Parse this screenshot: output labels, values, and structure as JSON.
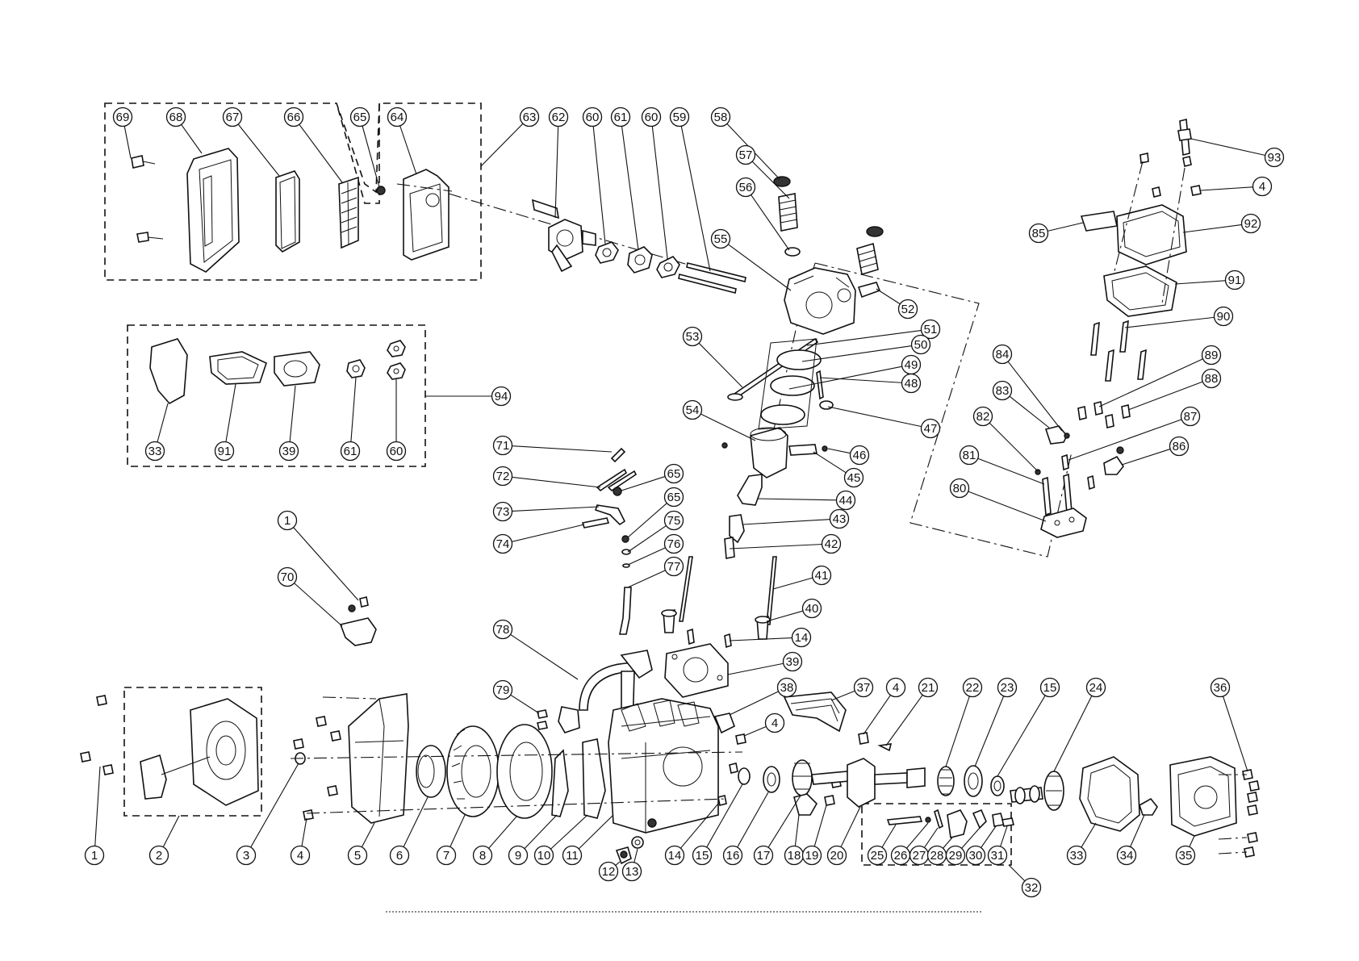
{
  "callouts": [
    {
      "id": "69",
      "label": "69"
    },
    {
      "id": "68",
      "label": "68"
    },
    {
      "id": "67",
      "label": "67"
    },
    {
      "id": "66",
      "label": "66"
    },
    {
      "id": "65a",
      "label": "65"
    },
    {
      "id": "64",
      "label": "64"
    },
    {
      "id": "63",
      "label": "63"
    },
    {
      "id": "62",
      "label": "62"
    },
    {
      "id": "60a",
      "label": "60"
    },
    {
      "id": "61a",
      "label": "61"
    },
    {
      "id": "60b",
      "label": "60"
    },
    {
      "id": "59",
      "label": "59"
    },
    {
      "id": "58",
      "label": "58"
    },
    {
      "id": "57",
      "label": "57"
    },
    {
      "id": "56",
      "label": "56"
    },
    {
      "id": "55",
      "label": "55"
    },
    {
      "id": "52",
      "label": "52"
    },
    {
      "id": "51",
      "label": "51"
    },
    {
      "id": "50",
      "label": "50"
    },
    {
      "id": "49",
      "label": "49"
    },
    {
      "id": "48",
      "label": "48"
    },
    {
      "id": "47",
      "label": "47"
    },
    {
      "id": "53",
      "label": "53"
    },
    {
      "id": "54",
      "label": "54"
    },
    {
      "id": "46",
      "label": "46"
    },
    {
      "id": "45",
      "label": "45"
    },
    {
      "id": "44",
      "label": "44"
    },
    {
      "id": "43",
      "label": "43"
    },
    {
      "id": "42",
      "label": "42"
    },
    {
      "id": "41",
      "label": "41"
    },
    {
      "id": "40",
      "label": "40"
    },
    {
      "id": "14a",
      "label": "14"
    },
    {
      "id": "39a",
      "label": "39"
    },
    {
      "id": "93",
      "label": "93"
    },
    {
      "id": "4a",
      "label": "4"
    },
    {
      "id": "92",
      "label": "92"
    },
    {
      "id": "85",
      "label": "85"
    },
    {
      "id": "91a",
      "label": "91"
    },
    {
      "id": "90",
      "label": "90"
    },
    {
      "id": "89",
      "label": "89"
    },
    {
      "id": "88",
      "label": "88"
    },
    {
      "id": "84",
      "label": "84"
    },
    {
      "id": "83",
      "label": "83"
    },
    {
      "id": "87",
      "label": "87"
    },
    {
      "id": "82",
      "label": "82"
    },
    {
      "id": "86",
      "label": "86"
    },
    {
      "id": "81",
      "label": "81"
    },
    {
      "id": "80",
      "label": "80"
    },
    {
      "id": "94",
      "label": "94"
    },
    {
      "id": "33a",
      "label": "33"
    },
    {
      "id": "91b",
      "label": "91"
    },
    {
      "id": "39b",
      "label": "39"
    },
    {
      "id": "61b",
      "label": "61"
    },
    {
      "id": "60c",
      "label": "60"
    },
    {
      "id": "71",
      "label": "71"
    },
    {
      "id": "72",
      "label": "72"
    },
    {
      "id": "65b",
      "label": "65"
    },
    {
      "id": "73",
      "label": "73"
    },
    {
      "id": "65c",
      "label": "65"
    },
    {
      "id": "74",
      "label": "74"
    },
    {
      "id": "75",
      "label": "75"
    },
    {
      "id": "76",
      "label": "76"
    },
    {
      "id": "77",
      "label": "77"
    },
    {
      "id": "1a",
      "label": "1"
    },
    {
      "id": "70",
      "label": "70"
    },
    {
      "id": "78",
      "label": "78"
    },
    {
      "id": "79",
      "label": "79"
    },
    {
      "id": "38",
      "label": "38"
    },
    {
      "id": "37",
      "label": "37"
    },
    {
      "id": "4b",
      "label": "4"
    },
    {
      "id": "21",
      "label": "21"
    },
    {
      "id": "22",
      "label": "22"
    },
    {
      "id": "23",
      "label": "23"
    },
    {
      "id": "15a",
      "label": "15"
    },
    {
      "id": "24",
      "label": "24"
    },
    {
      "id": "36",
      "label": "36"
    },
    {
      "id": "4c",
      "label": "4"
    },
    {
      "id": "1b",
      "label": "1"
    },
    {
      "id": "2",
      "label": "2"
    },
    {
      "id": "3",
      "label": "3"
    },
    {
      "id": "4d",
      "label": "4"
    },
    {
      "id": "5",
      "label": "5"
    },
    {
      "id": "6",
      "label": "6"
    },
    {
      "id": "7",
      "label": "7"
    },
    {
      "id": "8",
      "label": "8"
    },
    {
      "id": "9",
      "label": "9"
    },
    {
      "id": "10",
      "label": "10"
    },
    {
      "id": "11",
      "label": "11"
    },
    {
      "id": "12",
      "label": "12"
    },
    {
      "id": "13",
      "label": "13"
    },
    {
      "id": "14b",
      "label": "14"
    },
    {
      "id": "15b",
      "label": "15"
    },
    {
      "id": "16",
      "label": "16"
    },
    {
      "id": "17",
      "label": "17"
    },
    {
      "id": "18",
      "label": "18"
    },
    {
      "id": "19",
      "label": "19"
    },
    {
      "id": "20",
      "label": "20"
    },
    {
      "id": "25",
      "label": "25"
    },
    {
      "id": "26",
      "label": "26"
    },
    {
      "id": "27",
      "label": "27"
    },
    {
      "id": "28",
      "label": "28"
    },
    {
      "id": "29",
      "label": "29"
    },
    {
      "id": "30",
      "label": "30"
    },
    {
      "id": "31",
      "label": "31"
    },
    {
      "id": "32",
      "label": "32"
    },
    {
      "id": "33b",
      "label": "33"
    },
    {
      "id": "34",
      "label": "34"
    },
    {
      "id": "35",
      "label": "35"
    }
  ],
  "colors": {
    "line": "#111111",
    "background": "#ffffff"
  }
}
